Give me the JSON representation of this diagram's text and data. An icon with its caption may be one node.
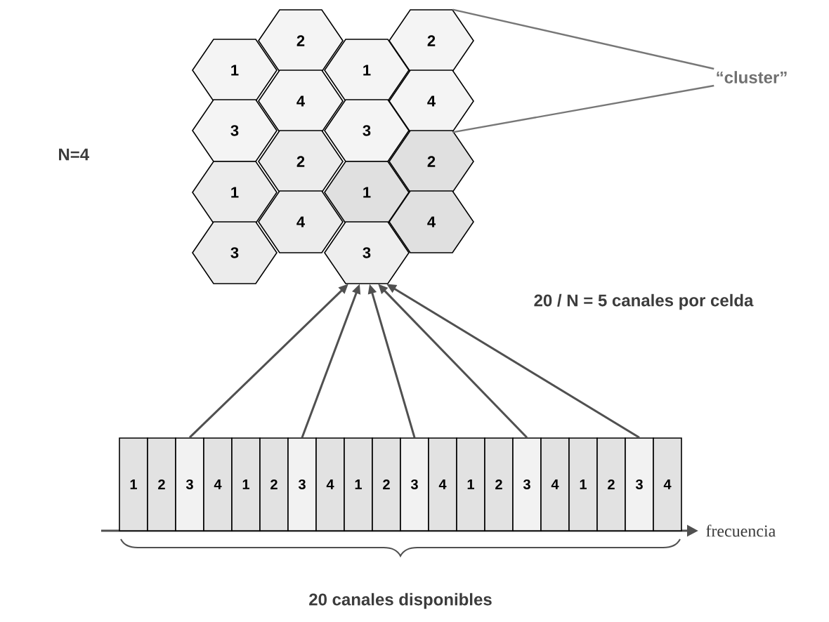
{
  "diagram": {
    "nodes": [
      {
        "text": [
          "2"
        ]
      },
      {
        "text": [
          "2"
        ]
      },
      {
        "text": [
          "1"
        ]
      },
      {
        "text": [
          "1"
        ]
      },
      {
        "text": [
          "4"
        ]
      },
      {
        "text": [
          "4"
        ]
      },
      {
        "text": [
          "3"
        ]
      },
      {
        "text": [
          "3"
        ]
      },
      {
        "text": [
          "2"
        ]
      },
      {
        "text": [
          "2"
        ]
      },
      {
        "text": [
          "1"
        ]
      },
      {
        "text": [
          "1"
        ]
      },
      {
        "text": [
          "4"
        ]
      },
      {
        "text": [
          "4"
        ]
      },
      {
        "text": [
          "3"
        ]
      },
      {
        "text": [
          "3"
        ]
      },
      {
        "text": [
          "“cluster”"
        ]
      },
      {
        "text": [
          "1"
        ]
      },
      {
        "text": [
          "2"
        ]
      },
      {
        "text": [
          "3"
        ]
      },
      {
        "text": [
          "4"
        ]
      },
      {
        "text": [
          "1"
        ]
      },
      {
        "text": [
          "2"
        ]
      },
      {
        "text": [
          "3"
        ]
      },
      {
        "text": [
          "4"
        ]
      },
      {
        "text": [
          "1"
        ]
      },
      {
        "text": [
          "2"
        ]
      },
      {
        "text": [
          "3"
        ]
      },
      {
        "text": [
          "4"
        ]
      },
      {
        "text": [
          "1"
        ]
      },
      {
        "text": [
          "2"
        ]
      },
      {
        "text": [
          "3"
        ]
      },
      {
        "text": [
          "4"
        ]
      },
      {
        "text": [
          "1"
        ]
      },
      {
        "text": [
          "2"
        ]
      },
      {
        "text": [
          "3"
        ]
      },
      {
        "text": [
          "4"
        ]
      }
    ],
    "edges": [
      {
        "from": 19,
        "to": 15,
        "arrow": "to"
      },
      {
        "from": 23,
        "to": 15,
        "arrow": "to"
      },
      {
        "from": 27,
        "to": 15,
        "arrow": "to"
      },
      {
        "from": 31,
        "to": 15,
        "arrow": "to"
      },
      {
        "from": 35,
        "to": 15,
        "arrow": "to"
      },
      {
        "from": 16,
        "to": 1,
        "arrow": "none",
        "color": "#777777"
      },
      {
        "from": 16,
        "to": 5,
        "arrow": "none",
        "color": "#777777"
      }
    ],
    "labels": [
      "N=4",
      "20 / N = 5 canales por celda",
      "frecuencia",
      "20 canales disponibles"
    ]
  }
}
